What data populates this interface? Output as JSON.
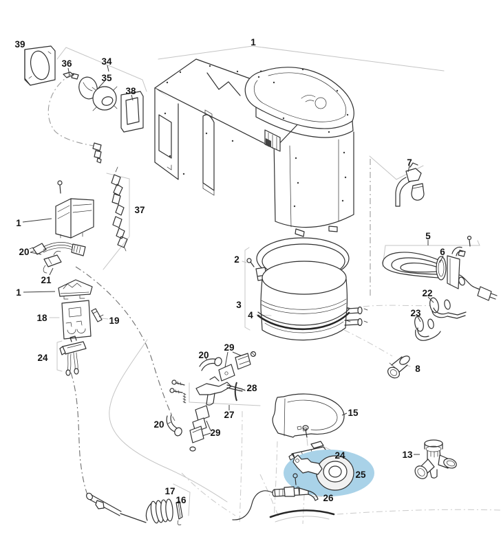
{
  "diagram": {
    "type": "exploded-parts-diagram",
    "highlighted_part": "25",
    "colors": {
      "background": "#ffffff",
      "line": "#2e2e2e",
      "guide": "#c4c4c4",
      "highlight": "#a9d2e8",
      "label": "#141414"
    },
    "labels": [
      {
        "part": "1"
      },
      {
        "part": "39"
      },
      {
        "part": "36"
      },
      {
        "part": "34"
      },
      {
        "part": "35"
      },
      {
        "part": "38"
      },
      {
        "part": "7"
      },
      {
        "part": "37"
      },
      {
        "part": "1"
      },
      {
        "part": "20"
      },
      {
        "part": "21"
      },
      {
        "part": "1"
      },
      {
        "part": "18"
      },
      {
        "part": "19"
      },
      {
        "part": "24"
      },
      {
        "part": "2"
      },
      {
        "part": "3"
      },
      {
        "part": "4"
      },
      {
        "part": "5"
      },
      {
        "part": "6"
      },
      {
        "part": "22"
      },
      {
        "part": "23"
      },
      {
        "part": "8"
      },
      {
        "part": "29"
      },
      {
        "part": "20"
      },
      {
        "part": "28"
      },
      {
        "part": "27"
      },
      {
        "part": "29"
      },
      {
        "part": "20"
      },
      {
        "part": "15"
      },
      {
        "part": "24"
      },
      {
        "part": "25"
      },
      {
        "part": "26"
      },
      {
        "part": "13"
      },
      {
        "part": "17"
      },
      {
        "part": "16"
      }
    ]
  }
}
